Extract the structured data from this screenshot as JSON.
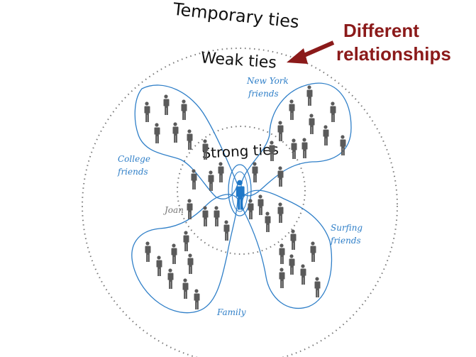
{
  "title": "",
  "rings": {
    "temporary": "Temporary ties",
    "weak": "Weak ties",
    "strong": "Strong ties"
  },
  "callout": {
    "line1": "Different",
    "line2": "relationships"
  },
  "groups": {
    "new_york": [
      "New York",
      "friends"
    ],
    "college": [
      "College",
      "friends"
    ],
    "surfing": [
      "Surfing",
      "friends"
    ],
    "family": "Family",
    "joan": "Joan"
  },
  "colors": {
    "accent": "#2f7fc8",
    "people": "#5a5a5a",
    "ego": "#1f78c8",
    "callout": "#8b1a1a"
  }
}
